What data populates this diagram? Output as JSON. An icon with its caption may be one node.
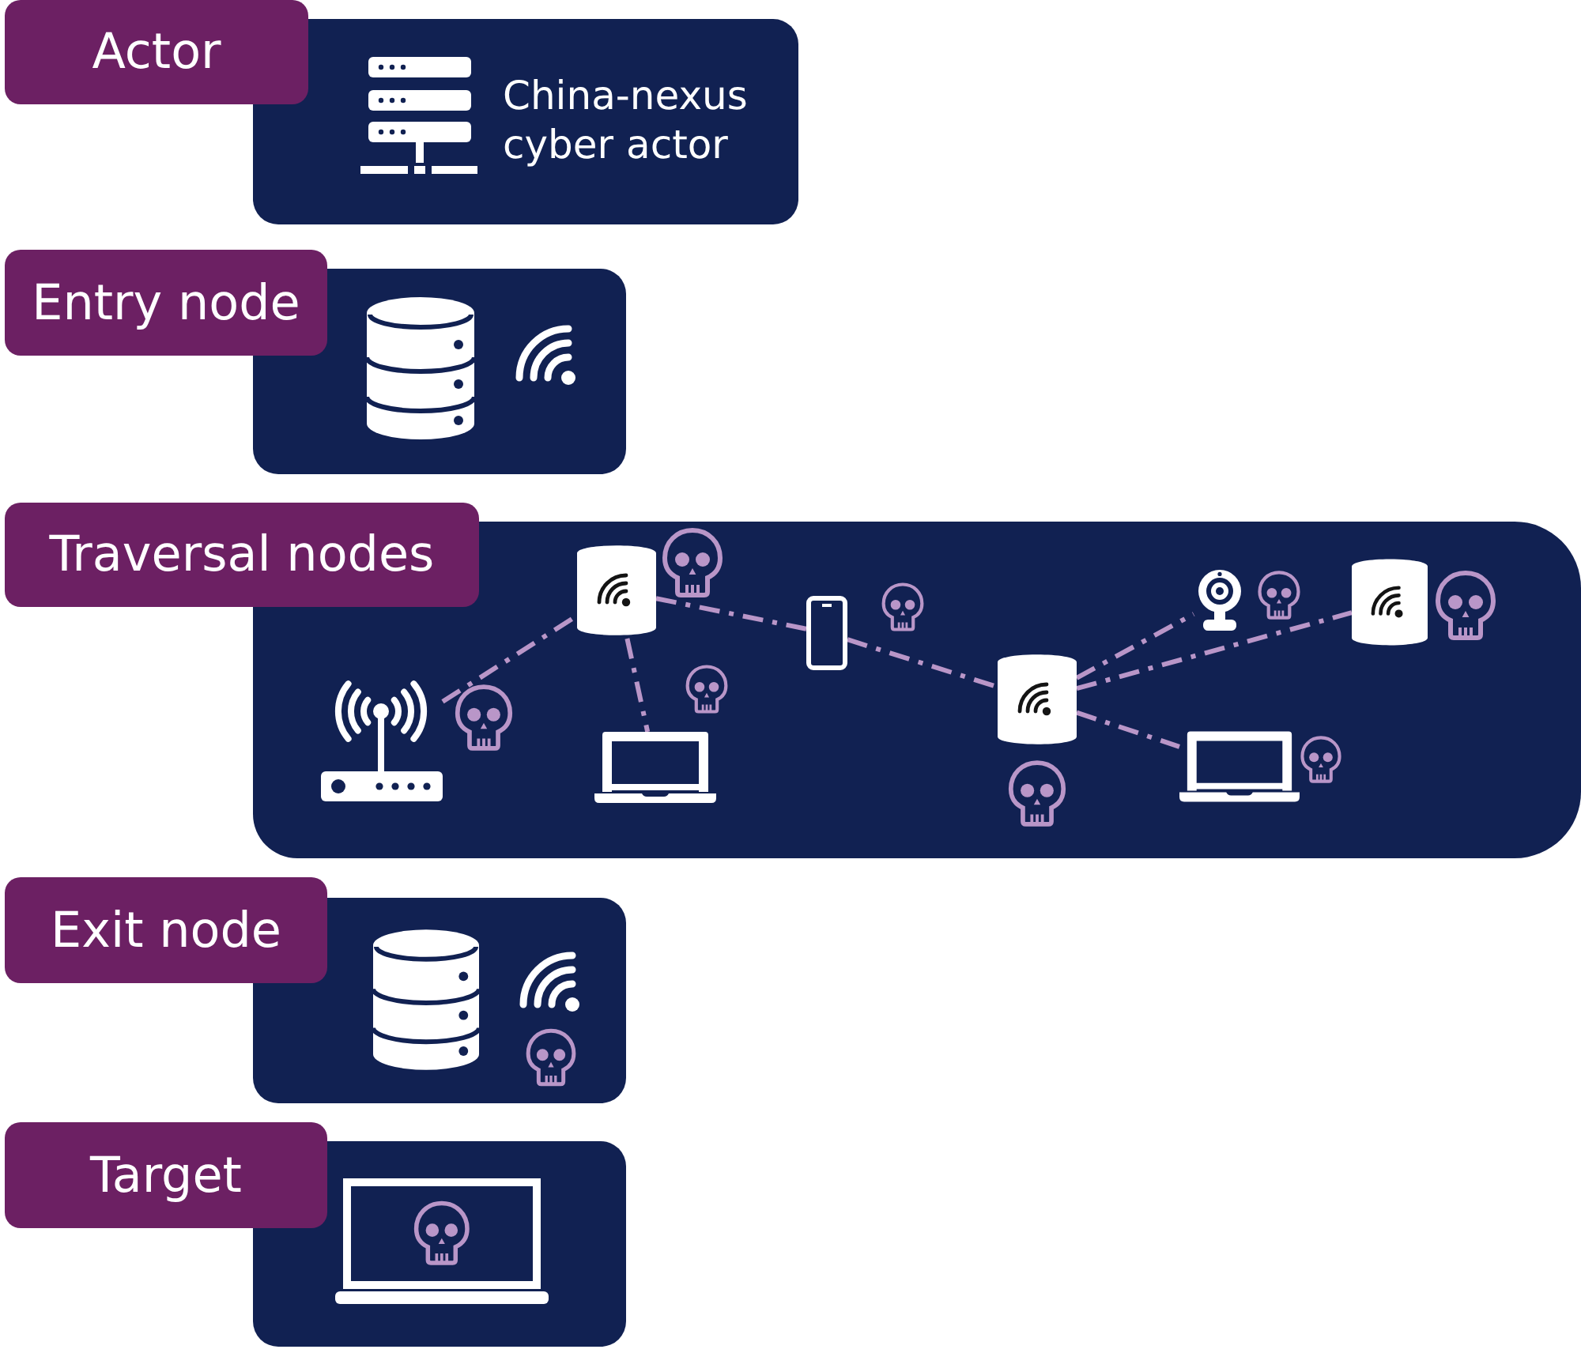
{
  "diagram": {
    "nodes": [
      {
        "text": [
          "Actor",
          "China-nexus cyber actor"
        ]
      },
      {
        "text": [
          "Entry node"
        ]
      },
      {
        "text": [
          "Traversal nodes"
        ]
      },
      {
        "text": [],
        "shape": "cylinder",
        "in": 2
      },
      {
        "text": [],
        "shape": "picture",
        "in": 2
      },
      {
        "text": [],
        "shape": "picture",
        "in": 2
      },
      {
        "text": [],
        "shape": "cylinder",
        "in": 2
      },
      {
        "text": [],
        "shape": "picture",
        "in": 2
      },
      {
        "text": [],
        "shape": "picture",
        "in": 2
      },
      {
        "text": [],
        "shape": "cylinder",
        "in": 2
      },
      {
        "text": [],
        "shape": "picture",
        "in": 2
      },
      {
        "text": [
          "Exit node"
        ]
      },
      {
        "text": [
          "Target"
        ]
      }
    ],
    "edges": [
      {
        "from": 7,
        "to": 3,
        "arrow": "none",
        "style": "dashed"
      },
      {
        "from": 3,
        "to": 8,
        "arrow": "none",
        "style": "dashed"
      },
      {
        "from": 3,
        "to": 4,
        "arrow": "none",
        "style": "dashed"
      },
      {
        "from": 4,
        "to": 9,
        "arrow": "none",
        "style": "dashed"
      },
      {
        "from": 9,
        "to": 5,
        "arrow": "none",
        "style": "dashed"
      },
      {
        "from": 9,
        "to": 6,
        "arrow": "none",
        "style": "dashed"
      },
      {
        "from": 9,
        "to": 10,
        "arrow": "none",
        "style": "dashed"
      }
    ]
  }
}
